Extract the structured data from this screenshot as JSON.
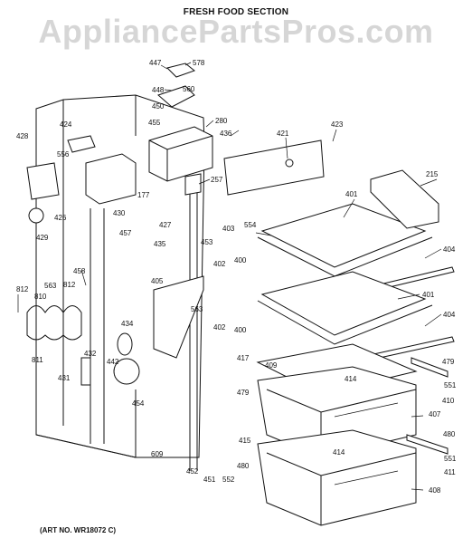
{
  "header": {
    "title": "FRESH FOOD SECTION"
  },
  "watermark": {
    "text": "AppliancePartsPros.com"
  },
  "footer": {
    "art_no": "(ART NO. WR18072 C)"
  },
  "labels": [
    "447",
    "578",
    "448",
    "560",
    "450",
    "280",
    "455",
    "436",
    "424",
    "556",
    "428",
    "421",
    "423",
    "215",
    "257",
    "177",
    "427",
    "430",
    "426",
    "429",
    "457",
    "435",
    "453",
    "403",
    "554",
    "401",
    "404",
    "402",
    "400",
    "458",
    "812",
    "563",
    "812",
    "810",
    "405",
    "563",
    "434",
    "811",
    "432",
    "442",
    "431",
    "401",
    "404",
    "402",
    "400",
    "417",
    "409",
    "479",
    "414",
    "551",
    "479",
    "410",
    "407",
    "454",
    "415",
    "414",
    "480",
    "551",
    "609",
    "452",
    "451",
    "552",
    "480",
    "411",
    "408"
  ]
}
